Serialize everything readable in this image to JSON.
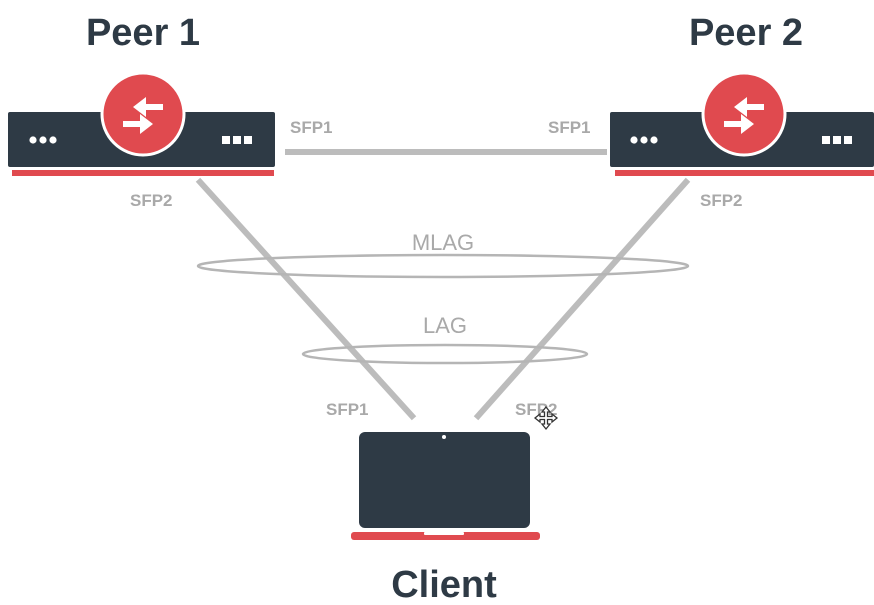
{
  "peer1": {
    "title": "Peer 1",
    "port_top": "SFP1",
    "port_bottom": "SFP2"
  },
  "peer2": {
    "title": "Peer 2",
    "port_top": "SFP1",
    "port_bottom": "SFP2"
  },
  "groups": {
    "outer": "MLAG",
    "inner": "LAG"
  },
  "client": {
    "title": "Client",
    "port_left": "SFP1",
    "port_right": "SFP2"
  },
  "colors": {
    "device": "#2e3a45",
    "accent": "#e04a4f",
    "link": "#bcbcbc",
    "label": "#a9a9a9"
  },
  "icons": {
    "switch": "arrows-exchange-icon",
    "dots": "status-dots-icon",
    "cursor": "move-cursor-icon"
  }
}
